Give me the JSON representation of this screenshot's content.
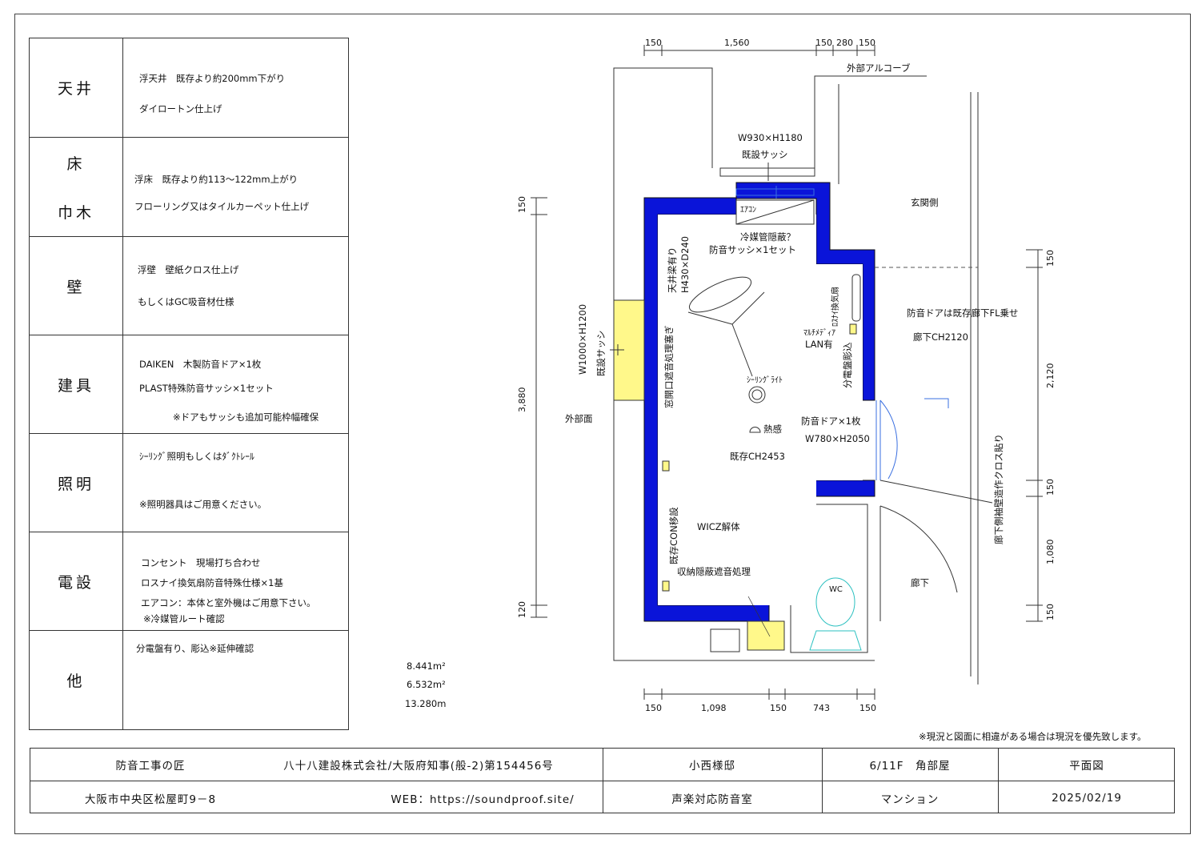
{
  "spec": [
    {
      "cat": "天井",
      "lines": [
        "浮天井　既存より約200mm下がり",
        "ダイロートン仕上げ"
      ]
    },
    {
      "cat_lines": [
        "床",
        "巾木"
      ],
      "lines": [
        "浮床　既存より約113～122mm上がり",
        "フローリング又はタイルカーペット仕上げ"
      ]
    },
    {
      "cat": "壁",
      "lines": [
        "浮壁　壁紙クロス仕上げ",
        "もしくはGC吸音材仕様"
      ]
    },
    {
      "cat": "建具",
      "lines": [
        "DAIKEN　木製防音ドア×1枚",
        "PLAST特殊防音サッシ×1セット",
        "※ドアもサッシも追加可能枠幅確保"
      ]
    },
    {
      "cat": "照明",
      "lines": [
        "ｼｰﾘﾝｸﾞ照明もしくはﾀﾞｸﾄﾚｰﾙ",
        "※照明器具はご用意ください。"
      ]
    },
    {
      "cat": "電設",
      "lines": [
        "コンセント　現場打ち合わせ",
        "ロスナイ換気扇防音特殊仕様×1基",
        "エアコン：本体と室外機はご用意下さい。",
        "※冷媒管ルート確認"
      ]
    },
    {
      "cat": "他",
      "lines": [
        "分電盤有り、彫込※延伸確認"
      ]
    }
  ],
  "areas": [
    "8.441m²",
    "6.532m²",
    "13.280m"
  ],
  "note": "※現況と図面に相違がある場合は現況を優先致します。",
  "footer": {
    "r1": [
      "防音工事の匠",
      "八十八建設株式会社/大阪府知事(般-2)第154456号",
      "小西様邸",
      "6/11F　角部屋",
      "平面図"
    ],
    "r2": [
      "大阪市中央区松屋町9－8",
      "WEB：https://soundproof.site/",
      "声楽対応防音室",
      "マンション",
      "2025/02/19"
    ]
  },
  "plan": {
    "dims_top": [
      "150",
      "1,560",
      "150",
      "280",
      "150"
    ],
    "dims_bottom": [
      "150",
      "1,098",
      "150",
      "743",
      "150"
    ],
    "dims_left": [
      "150",
      "3,880",
      "120"
    ],
    "dims_right": [
      "150",
      "2,120",
      "150",
      "1,080",
      "150"
    ],
    "labels": {
      "outer_alcove": "外部アルコーブ",
      "sash_top_size": "W930×H1180",
      "sash_top": "既設サッシ",
      "aircon": "ｴｱｺﾝ",
      "refrigerant": "冷媒管隠蔽？",
      "soundproof_sash": "防音サッシ×1セット",
      "beam1": "天井梁有り",
      "beam2": "H430×D240",
      "opening": "窓開口遮音処理塞ぎ",
      "sash_left_size": "W1000×H1200",
      "sash_left": "既設サッシ",
      "outer_face": "外部面",
      "ceiling_light": "ｼｰﾘﾝｸﾞﾗｲﾄ",
      "heat": "熱感",
      "door1": "防音ドア×1枚",
      "door2": "W780×H2050",
      "ch": "既存CH2453",
      "wicz": "WICZ解体",
      "con": "既存CON移設",
      "storage": "収納隠蔽遮音処理",
      "wc": "WC",
      "genkan": "玄関側",
      "vent": "ﾛｽﾅｲ換気扇",
      "multimedia": "ﾏﾙﾁﾒﾃﾞｨｱ",
      "lan": "LAN有",
      "panel": "分電盤彫込",
      "door_note": "防音ドアは既存廊下FL乗せ",
      "corridor_ch": "廊下CH2120",
      "cloth": "廊下側袖壁造作クロス貼り",
      "corridor": "廊下"
    }
  }
}
